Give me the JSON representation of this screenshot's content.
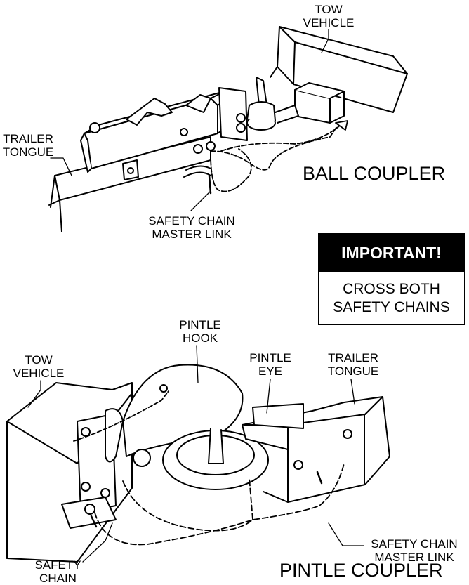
{
  "ball_section": {
    "tow_vehicle": "TOW\nVEHICLE",
    "trailer_tongue": "TRAILER\nTONGUE",
    "master_link": "SAFETY CHAIN\nMASTER LINK",
    "title": "BALL COUPLER"
  },
  "notice": {
    "heading": "IMPORTANT!",
    "body": "CROSS BOTH\nSAFETY CHAINS"
  },
  "pintle_section": {
    "pintle_hook": "PINTLE\nHOOK",
    "pintle_eye": "PINTLE\nEYE",
    "tow_vehicle": "TOW\nVEHICLE",
    "trailer_tongue": "TRAILER\nTONGUE",
    "master_link": "SAFETY CHAIN\nMASTER LINK",
    "safety_chain": "SAFETY\nCHAIN",
    "title": "PINTLE COUPLER"
  }
}
